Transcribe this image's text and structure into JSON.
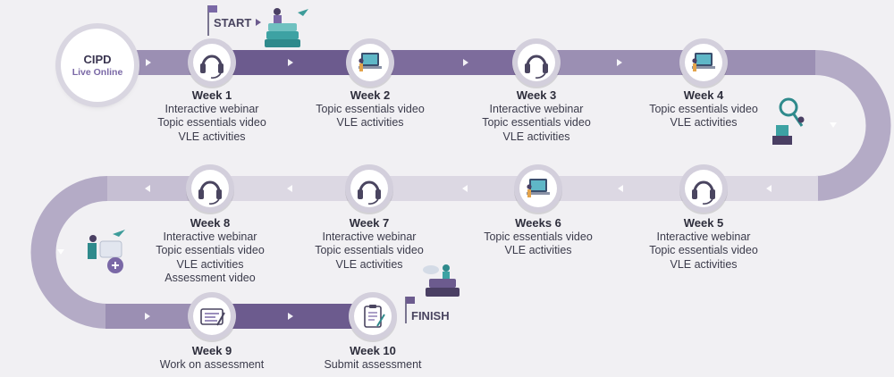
{
  "origin": {
    "line1": "CIPD",
    "line2": "Live Online"
  },
  "flags": {
    "start": "START",
    "finish": "FINISH"
  },
  "colors": {
    "road_dark": "#6c5b8e",
    "road_mid": "#9b8fb3",
    "road_light": "#c6bfd3",
    "road_pale": "#dcd8e3",
    "node_ring": "#d3cfdc",
    "arrow": "#ffffff"
  },
  "steps": [
    {
      "week": "Week 1",
      "icon": "headset-icon",
      "activities": [
        "Interactive webinar",
        "Topic essentials video",
        "VLE activities"
      ]
    },
    {
      "week": "Week 2",
      "icon": "laptop-user-icon",
      "activities": [
        "Topic essentials video",
        "VLE activities"
      ]
    },
    {
      "week": "Week 3",
      "icon": "headset-icon",
      "activities": [
        "Interactive webinar",
        "Topic essentials video",
        "VLE activities"
      ]
    },
    {
      "week": "Week 4",
      "icon": "laptop-user-icon",
      "activities": [
        "Topic essentials video",
        "VLE activities"
      ]
    },
    {
      "week": "Week 5",
      "icon": "headset-icon",
      "activities": [
        "Interactive webinar",
        "Topic essentials video",
        "VLE activities"
      ]
    },
    {
      "week": "Weeks 6",
      "icon": "laptop-user-icon",
      "activities": [
        "Topic essentials video",
        "VLE activities"
      ]
    },
    {
      "week": "Week 7",
      "icon": "headset-icon",
      "activities": [
        "Interactive webinar",
        "Topic essentials video",
        "VLE activities"
      ]
    },
    {
      "week": "Week 8",
      "icon": "headset-icon",
      "activities": [
        "Interactive webinar",
        "Topic essentials video",
        "VLE activities",
        "Assessment video"
      ]
    },
    {
      "week": "Week 9",
      "icon": "assessment-sheet-icon",
      "activities": [
        "Work on assessment"
      ]
    },
    {
      "week": "Week 10",
      "icon": "clipboard-pen-icon",
      "activities": [
        "Submit assessment"
      ]
    }
  ]
}
